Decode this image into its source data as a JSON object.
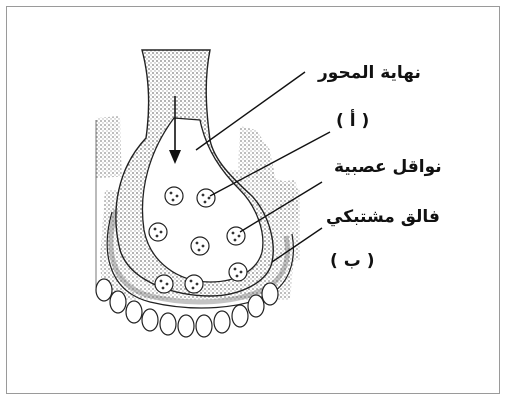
{
  "labels": {
    "axon_terminal": "نهاية المحور",
    "label_a": "( أ )",
    "vesicles": "نواقل عصبية",
    "synaptic_cleft": "فالق مشتبكي",
    "label_b": "( ب )"
  },
  "colors": {
    "line": "#1a1a1a",
    "stipple": "#8c8c8c",
    "border": "#9a9a9a"
  }
}
